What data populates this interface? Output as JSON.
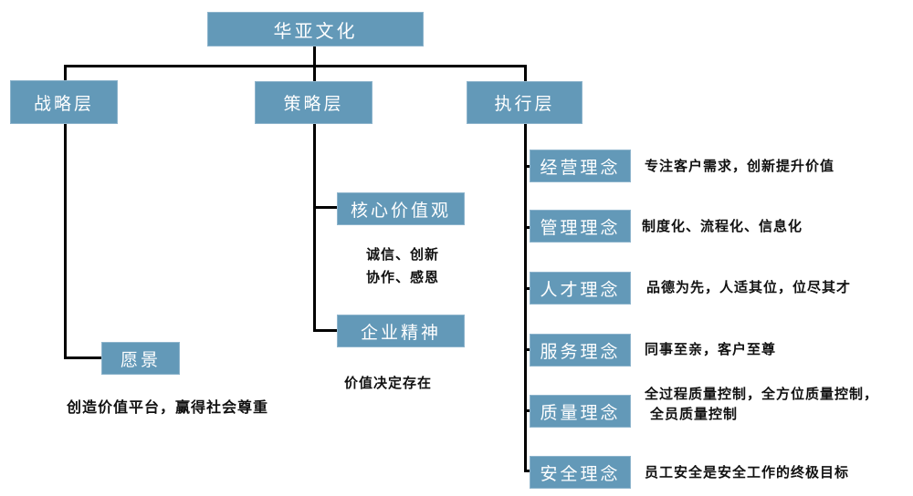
{
  "root": {
    "label": "华亚文化"
  },
  "levels": [
    {
      "label": "战略层"
    },
    {
      "label": "策略层"
    },
    {
      "label": "执行层"
    }
  ],
  "strategic": {
    "vision": {
      "label": "愿景",
      "text": "创造价值平台，赢得社会尊重"
    }
  },
  "tactical": {
    "core_values": {
      "label": "核心价值观",
      "line1": "诚信、创新",
      "line2": "协作、感恩"
    },
    "enterprise_spirit": {
      "label": "企业精神",
      "text": "价值决定存在"
    }
  },
  "execution": {
    "items": [
      {
        "label": "经营理念",
        "text": "专注客户需求，创新提升价值"
      },
      {
        "label": "管理理念",
        "text": "制度化、流程化、信息化"
      },
      {
        "label": "人才理念",
        "text": "品德为先，人适其位，位尽其才"
      },
      {
        "label": "服务理念",
        "text": "同事至亲，客户至尊"
      },
      {
        "label": "质量理念",
        "text": "全过程质量控制，全方位质量控制，",
        "text2": "全员质量控制"
      },
      {
        "label": "安全理念",
        "text": "员工安全是安全工作的终极目标"
      }
    ]
  },
  "colors": {
    "box_fill": "#6399b8",
    "box_text": "#ffffff",
    "line": "#000000",
    "text": "#111111"
  }
}
